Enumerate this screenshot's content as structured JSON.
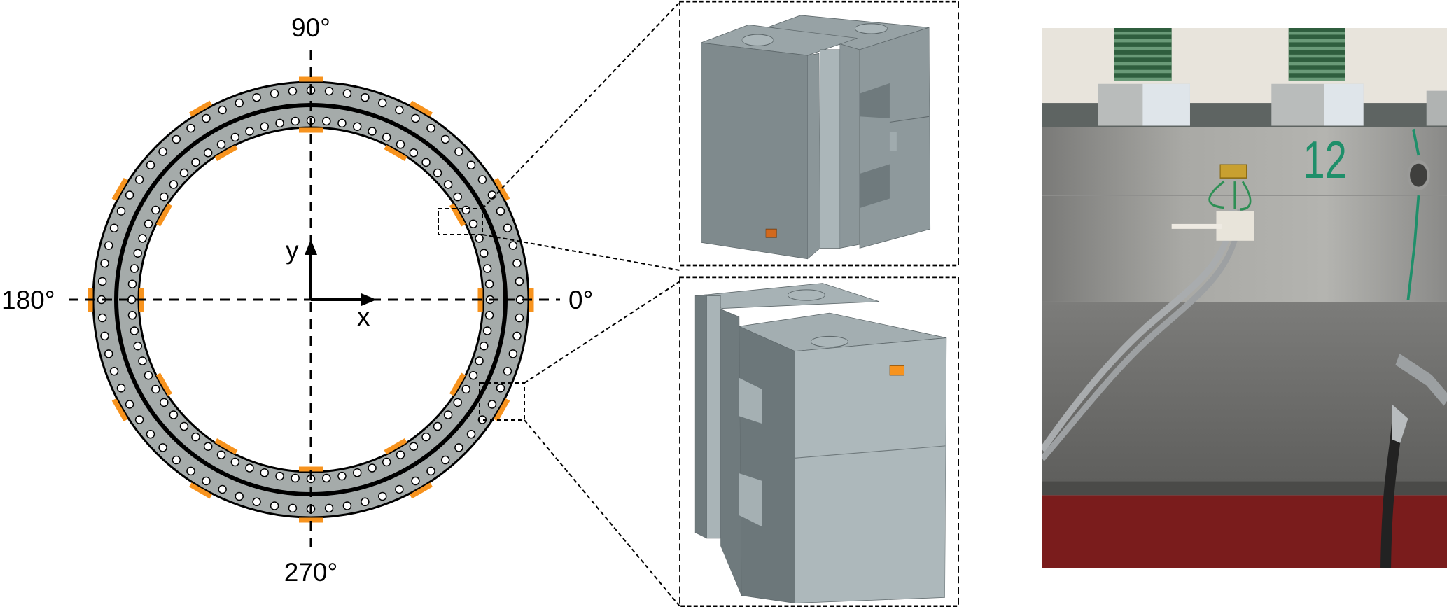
{
  "ring_diagram": {
    "angle_labels": {
      "top": "90°",
      "left": "180°",
      "right": "0°",
      "bottom": "270°"
    },
    "axis_labels": {
      "x": "x",
      "y": "y"
    },
    "outer_hole_count": 72,
    "inner_hole_count": 72,
    "outer_gauge_angles_deg": [
      0,
      30,
      60,
      90,
      120,
      150,
      180,
      210,
      240,
      270,
      300,
      330
    ],
    "inner_gauge_angles_deg": [
      0,
      30,
      60,
      90,
      120,
      150,
      180,
      210,
      240,
      270,
      300,
      330
    ],
    "colors": {
      "ring": "#a5abaa",
      "gauge": "#f7931e",
      "outline": "#000000"
    }
  },
  "detail_views": {
    "top_segment": {
      "gauge_color": "#d2691e"
    },
    "bottom_segment": {
      "gauge_color": "#f7931e"
    }
  },
  "photo": {
    "marking": "12",
    "marking_color": "#1f8f6a"
  }
}
